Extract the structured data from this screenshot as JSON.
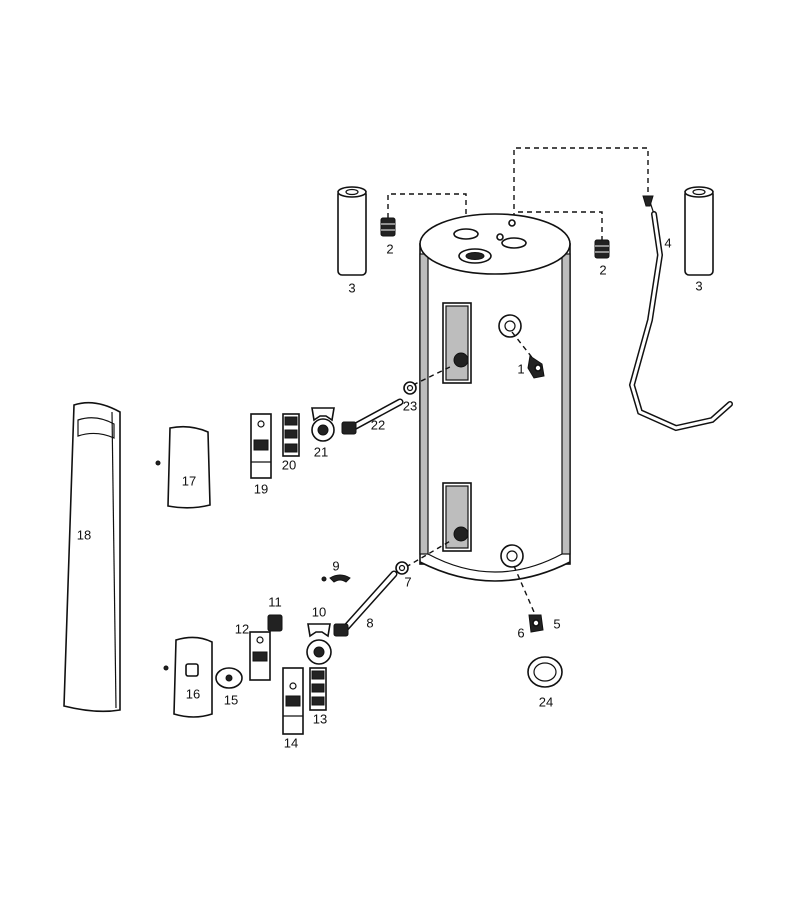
{
  "callouts": {
    "c1": "1",
    "c2a": "2",
    "c2b": "2",
    "c3a": "3",
    "c3b": "3",
    "c4": "4",
    "c5": "5",
    "c6": "6",
    "c7": "7",
    "c8": "8",
    "c9": "9",
    "c10": "10",
    "c11": "11",
    "c12": "12",
    "c13": "13",
    "c14": "14",
    "c15": "15",
    "c16": "16",
    "c17": "17",
    "c18": "18",
    "c19": "19",
    "c20": "20",
    "c21": "21",
    "c22": "22",
    "c23": "23",
    "c24": "24"
  }
}
